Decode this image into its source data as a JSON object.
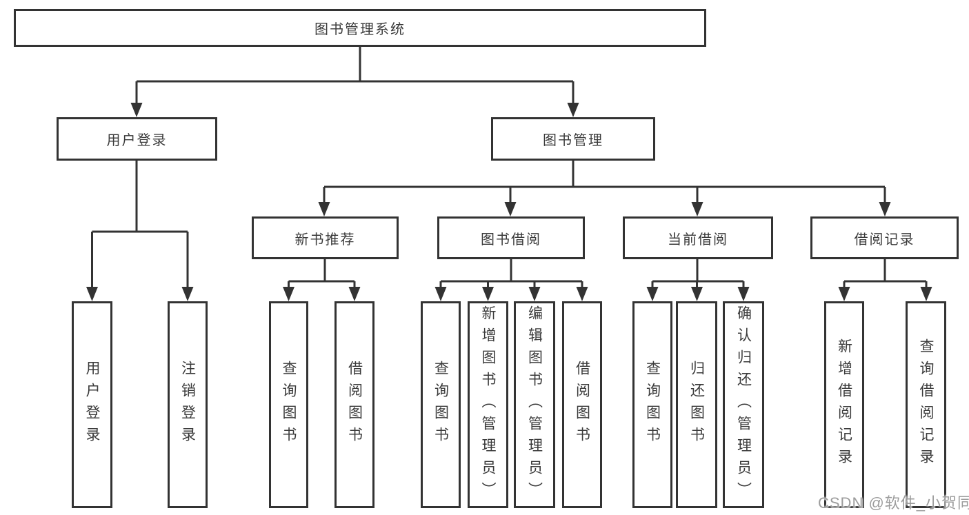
{
  "tree": {
    "root": {
      "label": "图书管理系统"
    },
    "branches": [
      {
        "label": "用户登录",
        "children": [
          {
            "label": "用户登录"
          },
          {
            "label": "注销登录"
          }
        ]
      },
      {
        "label": "图书管理",
        "children": [
          {
            "label": "新书推荐",
            "children": [
              {
                "label": "查询图书"
              },
              {
                "label": "借阅图书"
              }
            ]
          },
          {
            "label": "图书借阅",
            "children": [
              {
                "label": "查询图书"
              },
              {
                "label": "新增图书（管理员）"
              },
              {
                "label": "编辑图书（管理员）"
              },
              {
                "label": "借阅图书"
              }
            ]
          },
          {
            "label": "当前借阅",
            "children": [
              {
                "label": "查询图书"
              },
              {
                "label": "归还图书"
              },
              {
                "label": "确认归还（管理员）"
              }
            ]
          },
          {
            "label": "借阅记录",
            "children": [
              {
                "label": "新增借阅记录"
              },
              {
                "label": "查询借阅记录"
              }
            ]
          }
        ]
      }
    ]
  },
  "watermark": {
    "text": "CSDN @软件_小贺同学"
  },
  "colors": {
    "line": "#333333",
    "text": "#3b3b3b",
    "background": "#ffffff",
    "watermark": "#9c9c9c"
  }
}
